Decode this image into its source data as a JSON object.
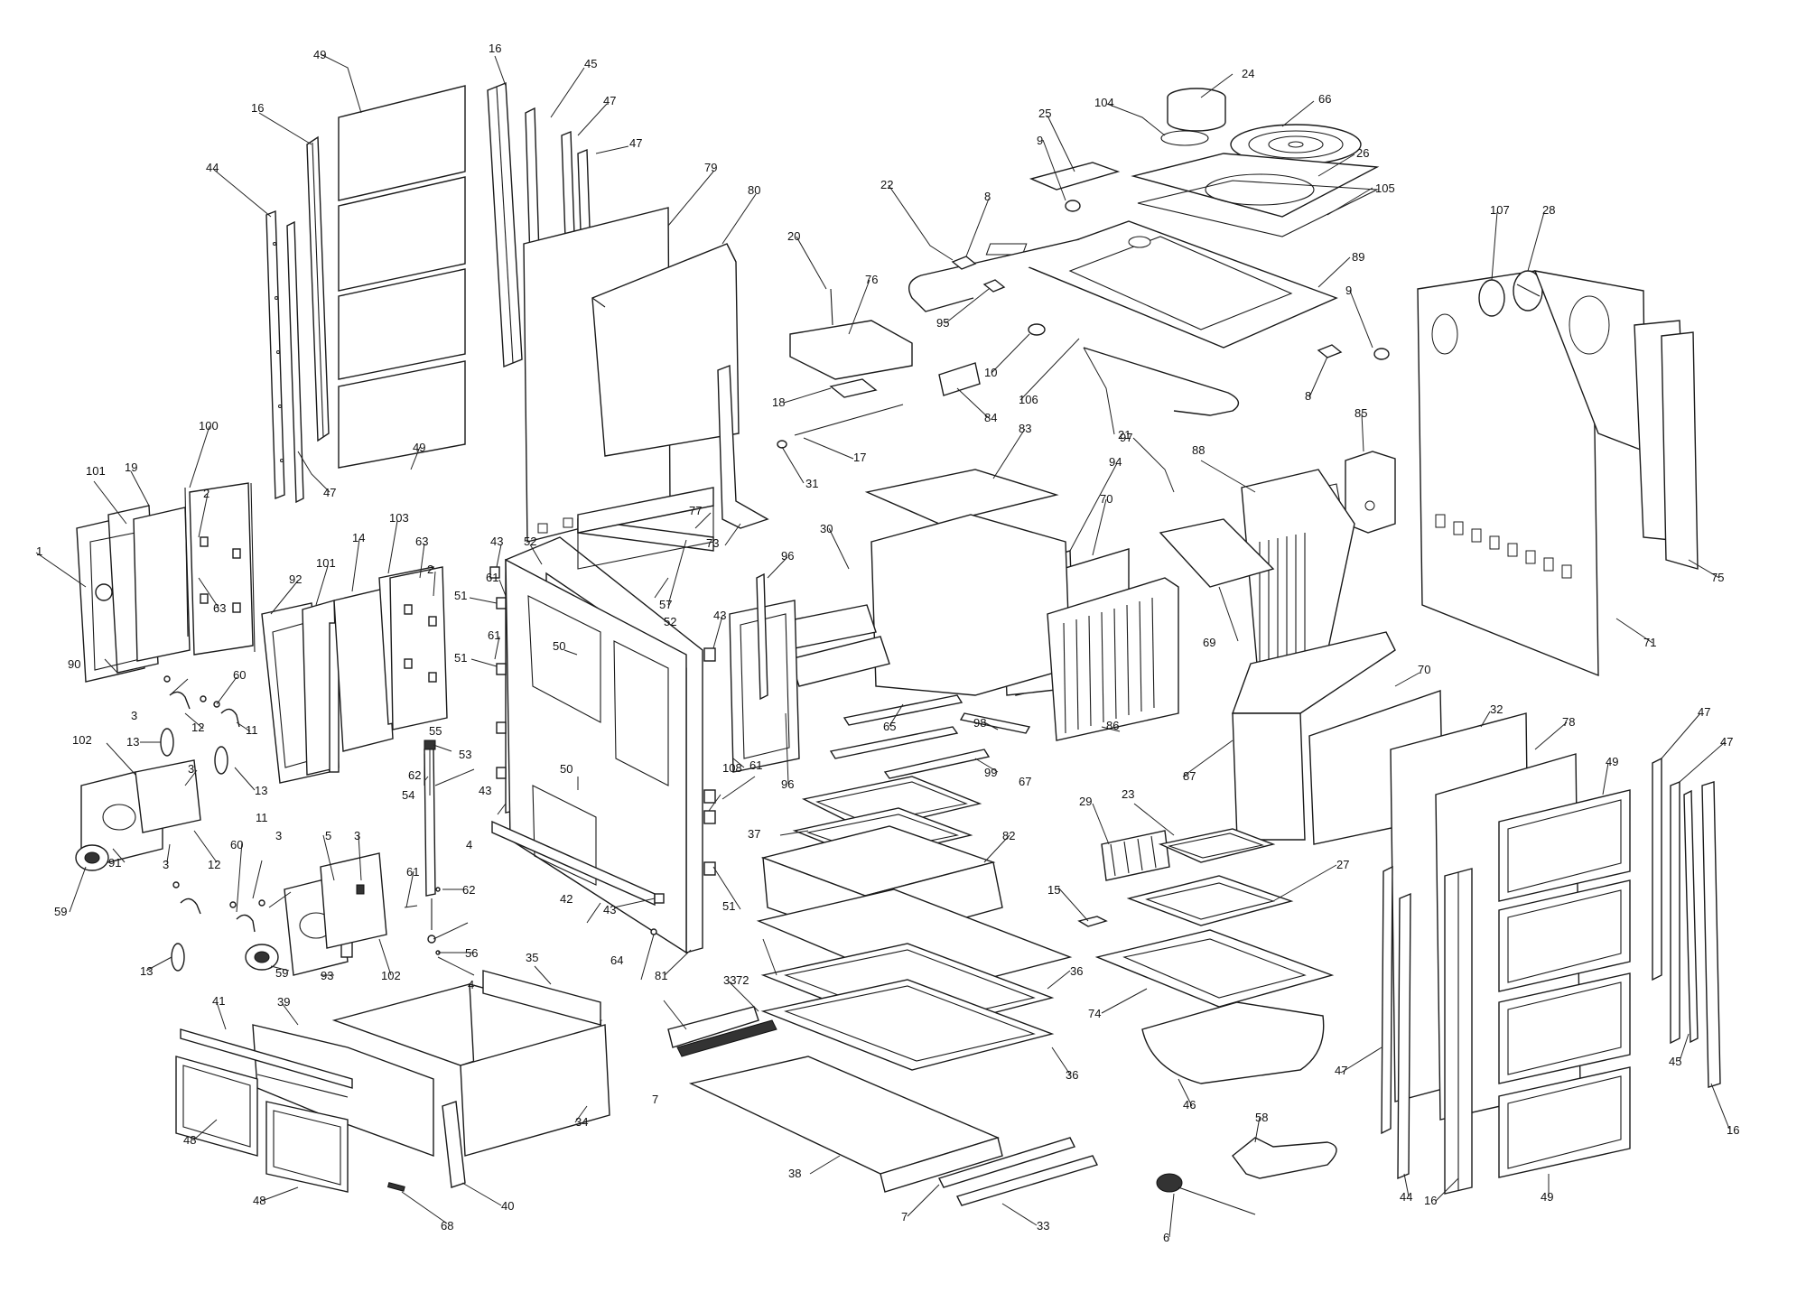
{
  "colors": {
    "line": "#1a1a1a",
    "background": "#ffffff"
  },
  "callouts": [
    {
      "t": "49"
    },
    {
      "t": "16"
    },
    {
      "t": "45"
    },
    {
      "t": "47"
    },
    {
      "t": "47"
    },
    {
      "t": "16"
    },
    {
      "t": "44"
    },
    {
      "t": "79"
    },
    {
      "t": "80"
    },
    {
      "t": "47"
    },
    {
      "t": "49"
    },
    {
      "t": "24"
    },
    {
      "t": "104"
    },
    {
      "t": "66"
    },
    {
      "t": "25"
    },
    {
      "t": "26"
    },
    {
      "t": "9"
    },
    {
      "t": "22"
    },
    {
      "t": "8"
    },
    {
      "t": "105"
    },
    {
      "t": "20"
    },
    {
      "t": "76"
    },
    {
      "t": "89"
    },
    {
      "t": "107"
    },
    {
      "t": "28"
    },
    {
      "t": "9"
    },
    {
      "t": "95"
    },
    {
      "t": "10"
    },
    {
      "t": "84"
    },
    {
      "t": "106"
    },
    {
      "t": "21"
    },
    {
      "t": "8"
    },
    {
      "t": "18"
    },
    {
      "t": "17"
    },
    {
      "t": "31"
    },
    {
      "t": "85"
    },
    {
      "t": "83"
    },
    {
      "t": "97"
    },
    {
      "t": "88"
    },
    {
      "t": "94"
    },
    {
      "t": "70"
    },
    {
      "t": "100"
    },
    {
      "t": "101"
    },
    {
      "t": "19"
    },
    {
      "t": "2"
    },
    {
      "t": "1"
    },
    {
      "t": "63"
    },
    {
      "t": "90"
    },
    {
      "t": "92"
    },
    {
      "t": "101"
    },
    {
      "t": "14"
    },
    {
      "t": "103"
    },
    {
      "t": "63"
    },
    {
      "t": "2"
    },
    {
      "t": "43"
    },
    {
      "t": "52"
    },
    {
      "t": "61"
    },
    {
      "t": "51"
    },
    {
      "t": "77"
    },
    {
      "t": "73"
    },
    {
      "t": "57"
    },
    {
      "t": "52"
    },
    {
      "t": "96"
    },
    {
      "t": "30"
    },
    {
      "t": "43"
    },
    {
      "t": "50"
    },
    {
      "t": "75"
    },
    {
      "t": "71"
    },
    {
      "t": "69"
    },
    {
      "t": "3"
    },
    {
      "t": "60"
    },
    {
      "t": "12"
    },
    {
      "t": "11"
    },
    {
      "t": "13"
    },
    {
      "t": "13"
    },
    {
      "t": "61"
    },
    {
      "t": "51"
    },
    {
      "t": "108"
    },
    {
      "t": "65"
    },
    {
      "t": "86"
    },
    {
      "t": "98"
    },
    {
      "t": "99"
    },
    {
      "t": "96"
    },
    {
      "t": "87"
    },
    {
      "t": "70"
    },
    {
      "t": "32"
    },
    {
      "t": "78"
    },
    {
      "t": "49"
    },
    {
      "t": "47"
    },
    {
      "t": "47"
    },
    {
      "t": "102"
    },
    {
      "t": "3"
    },
    {
      "t": "62"
    },
    {
      "t": "55"
    },
    {
      "t": "53"
    },
    {
      "t": "50"
    },
    {
      "t": "61"
    },
    {
      "t": "67"
    },
    {
      "t": "43"
    },
    {
      "t": "54"
    },
    {
      "t": "37"
    },
    {
      "t": "82"
    },
    {
      "t": "29"
    },
    {
      "t": "23"
    },
    {
      "t": "91"
    },
    {
      "t": "3"
    },
    {
      "t": "12"
    },
    {
      "t": "60"
    },
    {
      "t": "11"
    },
    {
      "t": "3"
    },
    {
      "t": "5"
    },
    {
      "t": "3"
    },
    {
      "t": "61"
    },
    {
      "t": "4"
    },
    {
      "t": "62"
    },
    {
      "t": "42"
    },
    {
      "t": "43"
    },
    {
      "t": "51"
    },
    {
      "t": "15"
    },
    {
      "t": "27"
    },
    {
      "t": "59"
    },
    {
      "t": "56"
    },
    {
      "t": "4"
    },
    {
      "t": "72"
    },
    {
      "t": "64"
    },
    {
      "t": "13"
    },
    {
      "t": "59"
    },
    {
      "t": "93"
    },
    {
      "t": "102"
    },
    {
      "t": "81"
    },
    {
      "t": "33"
    },
    {
      "t": "36"
    },
    {
      "t": "74"
    },
    {
      "t": "35"
    },
    {
      "t": "41"
    },
    {
      "t": "39"
    },
    {
      "t": "7"
    },
    {
      "t": "36"
    },
    {
      "t": "46"
    },
    {
      "t": "47"
    },
    {
      "t": "45"
    },
    {
      "t": "16"
    },
    {
      "t": "48"
    },
    {
      "t": "34"
    },
    {
      "t": "58"
    },
    {
      "t": "38"
    },
    {
      "t": "44"
    },
    {
      "t": "48"
    },
    {
      "t": "40"
    },
    {
      "t": "68"
    },
    {
      "t": "7"
    },
    {
      "t": "33"
    },
    {
      "t": "6"
    },
    {
      "t": "16"
    },
    {
      "t": "49"
    }
  ]
}
